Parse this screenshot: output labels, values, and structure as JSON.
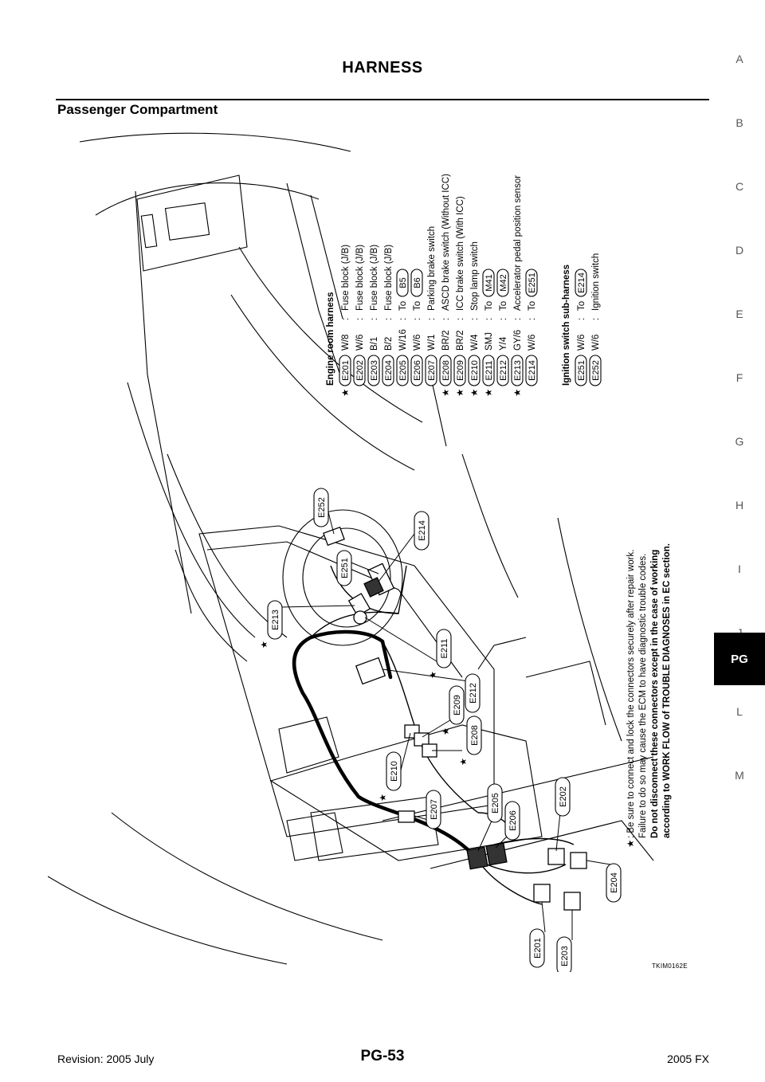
{
  "header": {
    "title": "HARNESS"
  },
  "section": {
    "title": "Passenger Compartment"
  },
  "side_index": {
    "letters": [
      "A",
      "B",
      "C",
      "D",
      "E",
      "F",
      "G",
      "H",
      "I",
      "J"
    ],
    "active": "PG",
    "after": [
      "L",
      "M"
    ]
  },
  "legend": {
    "engine_title": "Engine  room  harness",
    "engine": [
      {
        "id": "E201",
        "star": true,
        "code": "W/8",
        "text": "Fuse  block  (J/B)",
        "to": ""
      },
      {
        "id": "E202",
        "star": false,
        "code": "W/6",
        "text": "Fuse  block  (J/B)",
        "to": ""
      },
      {
        "id": "E203",
        "star": false,
        "code": "B/1",
        "text": "Fuse  block  (J/B)",
        "to": ""
      },
      {
        "id": "E204",
        "star": false,
        "code": "B/2",
        "text": "Fuse  block  (J/B)",
        "to": ""
      },
      {
        "id": "E205",
        "star": false,
        "code": "W/16",
        "text": "To",
        "to": "B5"
      },
      {
        "id": "E206",
        "star": false,
        "code": "W/6",
        "text": "To",
        "to": "B6"
      },
      {
        "id": "E207",
        "star": false,
        "code": "W/1",
        "text": "Parking  brake  switch",
        "to": ""
      },
      {
        "id": "E208",
        "star": true,
        "code": "BR/2",
        "text": "ASCD  brake  switch  (Without  ICC)",
        "to": ""
      },
      {
        "id": "E209",
        "star": true,
        "code": "BR/2",
        "text": "ICC  brake  switch  (With  ICC)",
        "to": ""
      },
      {
        "id": "E210",
        "star": true,
        "code": "W/4",
        "text": "Stop  lamp  switch",
        "to": ""
      },
      {
        "id": "E211",
        "star": true,
        "code": "SMJ",
        "text": "To",
        "to": "M41"
      },
      {
        "id": "E212",
        "star": false,
        "code": "Y/4",
        "text": "To",
        "to": "M42"
      },
      {
        "id": "E213",
        "star": true,
        "code": "GY/6",
        "text": "Accelerator  pedal  position  sensor",
        "to": ""
      },
      {
        "id": "E214",
        "star": false,
        "code": "W/6",
        "text": "To",
        "to": "E251"
      }
    ],
    "ignition_title": "Ignition  switch  sub-harness",
    "ignition": [
      {
        "id": "E251",
        "star": false,
        "code": "W/6",
        "text": "To",
        "to": "E214"
      },
      {
        "id": "E252",
        "star": false,
        "code": "W/6",
        "text": "Ignition  switch",
        "to": ""
      }
    ]
  },
  "note": {
    "line1": ": Be sure to connect and lock the connectors securely after repair work.",
    "line2": "Failure to do so may cause the ECM to have diagnostic trouble codes.",
    "line3": "Do not disconnect these connectors except in the case of working",
    "line4": "according to WORK FLOW of TROUBLE DIAGNOSES in EC section."
  },
  "callouts": [
    "E252",
    "E251",
    "E214",
    "E213",
    "E211",
    "E212",
    "E209",
    "E208",
    "E210",
    "E207",
    "E205",
    "E206",
    "E202",
    "E204",
    "E201",
    "E203"
  ],
  "figure_code": "TKIM0162E",
  "footer": {
    "revision": "Revision: 2005 July",
    "page": "PG-53",
    "model": "2005 FX"
  }
}
